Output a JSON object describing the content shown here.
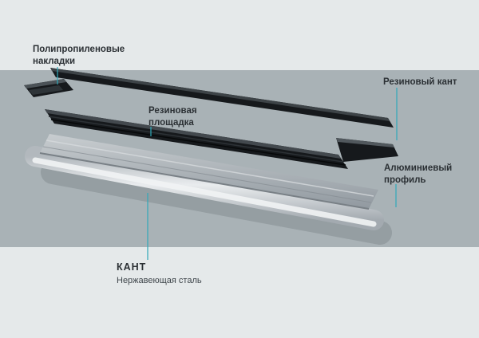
{
  "scene": {
    "background_color": "#e5e9ea",
    "band_color": "#a9b2b6",
    "leader_line_color": "#2fa9b9",
    "rubber_color": "#16191c",
    "steel_trim_color": "#e9ecee",
    "aluminum_color": "#aab1b6"
  },
  "labels": {
    "pp_pads_line1": "Полипропиленовые",
    "pp_pads_line2": "накладки",
    "rubber_edge": "Резиновый кант",
    "rubber_platform_line1": "Резиновая",
    "rubber_platform_line2": "площадка",
    "alu_profile_line1": "Алюминиевый",
    "alu_profile_line2": "профиль",
    "kant_title": "КАНТ",
    "kant_subtitle": "Нержавеющая сталь"
  },
  "parts": [
    {
      "name": "polypropylene-pad"
    },
    {
      "name": "rubber-edge-strip"
    },
    {
      "name": "rubber-platform"
    },
    {
      "name": "rubber-edge-end"
    },
    {
      "name": "aluminum-profile-board"
    }
  ]
}
